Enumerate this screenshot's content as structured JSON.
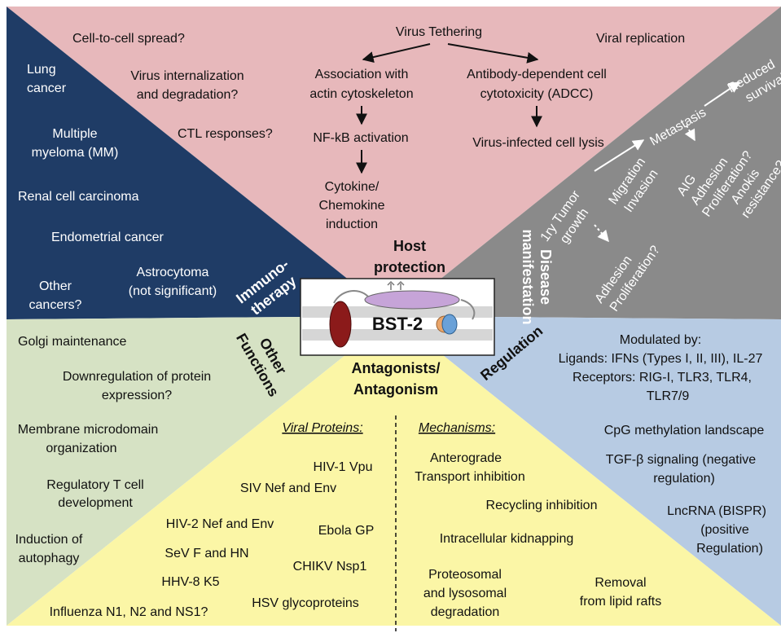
{
  "colors": {
    "host": "#e7b8bb",
    "immuno": "#1f3c66",
    "disease": "#8a8a8a",
    "other": "#d6e2c4",
    "regulation": "#b7cbe3",
    "antag": "#fbf6a6"
  },
  "center": {
    "label": "BST-2"
  },
  "host": {
    "title_1": "Host",
    "title_2": "protection",
    "tethering": "Virus Tethering",
    "assoc_1": "Association with",
    "assoc_2": "actin cytoskeleton",
    "nfkb": "NF-kB activation",
    "cyto_1": "Cytokine/",
    "cyto_2": "Chemokine",
    "cyto_3": "induction",
    "adcc_1": "Antibody-dependent cell",
    "adcc_2": "cytotoxicity (ADCC)",
    "lysis": "Virus-infected cell lysis",
    "spread": "Cell-to-cell spread?",
    "intern_1": "Virus internalization",
    "intern_2": "and degradation?",
    "ctl": "CTL responses?",
    "replication": "Viral replication"
  },
  "immuno": {
    "title_1": "Immuno-",
    "title_2": "therapy",
    "lung_1": "Lung",
    "lung_2": "cancer",
    "mm_1": "Multiple",
    "mm_2": "myeloma (MM)",
    "renal": "Renal cell carcinoma",
    "endo": "Endometrial cancer",
    "other_1": "Other",
    "other_2": "cancers?",
    "astro_1": "Astrocytoma",
    "astro_2": "(not significant)"
  },
  "disease": {
    "title_1": "Disease",
    "title_2": "manifestation",
    "tumor_1": "1ry Tumor",
    "tumor_2": "growth",
    "migration_1": "Migration",
    "migration_2": "Invasion",
    "metastasis": "Metastasis",
    "survival_1": "Reduced",
    "survival_2": "survival",
    "aig_1": "AIG",
    "aig_2": "Adhesion",
    "aig_3": "Proliferation?",
    "aig_4": "Anokis",
    "aig_5": "resistance?",
    "adh_1": "Adhesion",
    "adh_2": "Proliferation?"
  },
  "other": {
    "title_1": "Other",
    "title_2": "Functions",
    "golgi": "Golgi maintenance",
    "down_1": "Downregulation of protein",
    "down_2": "expression?",
    "memb_1": "Membrane microdomain",
    "memb_2": "organization",
    "treg_1": "Regulatory T cell",
    "treg_2": "development",
    "auto_1": "Induction of",
    "auto_2": "autophagy"
  },
  "regulation": {
    "title": "Regulation",
    "mod_1": "Modulated by:",
    "mod_2": "Ligands: IFNs (Types I, II, III), IL-27",
    "mod_3": "Receptors: RIG-I, TLR3, TLR4,",
    "mod_4": "TLR7/9",
    "cpg": "CpG methylation landscape",
    "tgf_1": "TGF-β signaling (negative",
    "tgf_2": "regulation)",
    "lnc_1": "LncRNA (BISPR)",
    "lnc_2": "(positive",
    "lnc_3": "Regulation)"
  },
  "antag": {
    "title_1": "Antagonists/",
    "title_2": "Antagonism",
    "viral_header": "Viral Proteins:",
    "mech_header": "Mechanisms:",
    "vpu": "HIV-1 Vpu",
    "siv": "SIV Nef and Env",
    "hiv2": "HIV-2 Nef and Env",
    "ebola": "Ebola GP",
    "sev": "SeV  F and HN",
    "chikv": "CHIKV Nsp1",
    "hhv": "HHV-8 K5",
    "hsv": "HSV glycoproteins",
    "flu": "Influenza N1, N2 and NS1?",
    "antero_1": "Anterograde",
    "antero_2": "Transport inhibition",
    "recyc": "Recycling inhibition",
    "kidnap": "Intracellular kidnapping",
    "prot_1": "Proteosomal",
    "prot_2": "and lysosomal",
    "prot_3": "degradation",
    "raft_1": "Removal",
    "raft_2": "from lipid rafts"
  }
}
